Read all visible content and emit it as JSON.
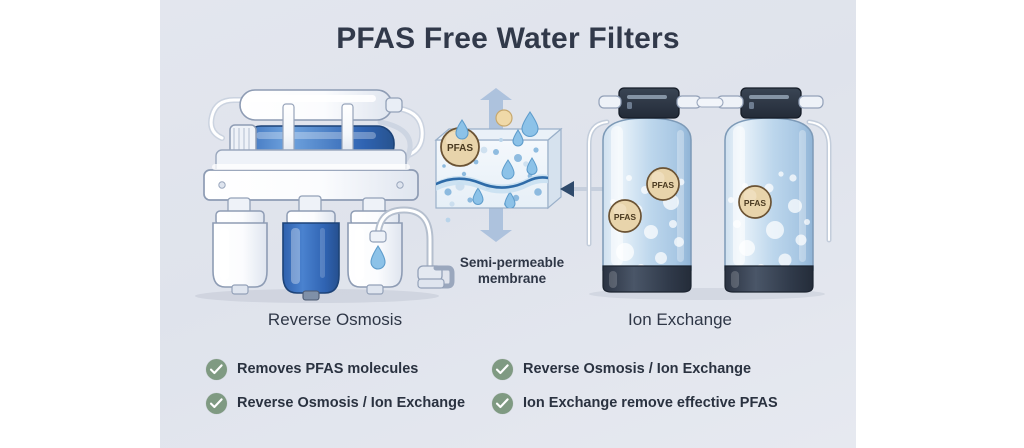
{
  "panel": {
    "background_color": "#e3e6ee",
    "title": "PFAS Free Water Filters"
  },
  "diagram": {
    "left_device": {
      "caption": "Reverse Osmosis",
      "name": "reverse-osmosis-unit"
    },
    "center": {
      "label_line1": "Semi-permeable",
      "label_line2": "membrane",
      "pfas_badge": "PFAS",
      "name": "semi-permeable-membrane-illustration"
    },
    "right_device": {
      "caption": "Ion Exchange",
      "name": "ion-exchange-tanks",
      "pfas_badges": [
        "PFAS",
        "PFAS",
        "PFAS"
      ]
    }
  },
  "bullets": [
    {
      "label": "Removes PFAS molecules"
    },
    {
      "label": "Reverse Osmosis / Ion Exchange"
    },
    {
      "label": "Reverse Osmosis / Ion Exchange"
    },
    {
      "label": "Ion Exchange remove effective PFAS"
    }
  ],
  "colors": {
    "title_text": "#31394a",
    "body_text": "#2a3240",
    "check_green": "#7f9a82",
    "pfas_tan": "#e8d4ab",
    "pfas_border": "#6b5334",
    "water_blue": "#7fb4dd",
    "ro_blue": "#2f64b0",
    "valve_navy": "#2b3342"
  }
}
